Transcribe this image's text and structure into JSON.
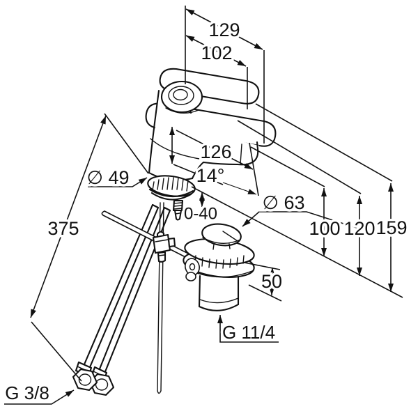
{
  "figure": {
    "type": "dimensioned technical line drawing",
    "subject": "single-lever basin mixer tap with pop-up waste set, flexible supply hoses and mounting hardware"
  },
  "colors": {
    "line": "#111111",
    "background": "#ffffff"
  },
  "labels": {
    "d129": "129",
    "d102": "102",
    "d126": "126",
    "a14": "14°",
    "dia49": "∅ 49",
    "r0_40": "0-40",
    "dia63": "∅ 63",
    "d375": "375",
    "d100": "100",
    "d120": "120",
    "d159": "159",
    "d50": "50",
    "thread_drain": "G 11/4",
    "thread_supply": "G 3/8"
  }
}
